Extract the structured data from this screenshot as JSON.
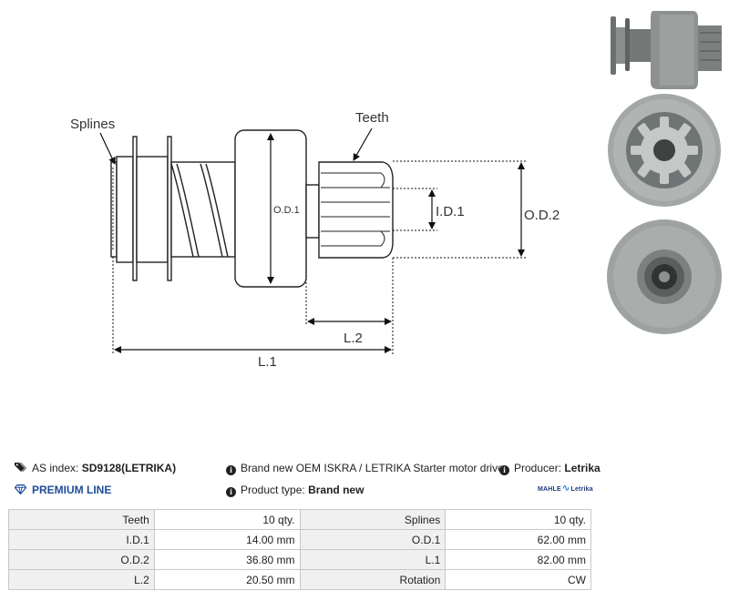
{
  "diagram": {
    "labels": {
      "splines": "Splines",
      "teeth": "Teeth",
      "od1": "O.D.1",
      "id1": "I.D.1",
      "od2": "O.D.2",
      "l2": "L.2",
      "l1": "L.1"
    }
  },
  "photos": [
    "side-view",
    "front-view",
    "back-view"
  ],
  "info": {
    "as_index_label": "AS index:",
    "as_index_value": "SD9128(LETRIKA)",
    "description": "Brand new OEM ISKRA / LETRIKA Starter motor drive",
    "producer_label": "Producer:",
    "producer_value": "Letrika",
    "premium": "PREMIUM LINE",
    "product_type_label": "Product type:",
    "product_type_value": "Brand new",
    "brand_logo_left": "MAHLE",
    "brand_logo_right": "Letrika"
  },
  "specs": [
    {
      "k1": "Teeth",
      "v1": "10 qty.",
      "k2": "Splines",
      "v2": "10 qty."
    },
    {
      "k1": "I.D.1",
      "v1": "14.00 mm",
      "k2": "O.D.1",
      "v2": "62.00 mm"
    },
    {
      "k1": "O.D.2",
      "v1": "36.80 mm",
      "k2": "L.1",
      "v2": "82.00 mm"
    },
    {
      "k1": "L.2",
      "v1": "20.50 mm",
      "k2": "Rotation",
      "v2": "CW"
    }
  ],
  "colors": {
    "premium": "#1e4d9b",
    "table_key_bg": "#f0f0f0",
    "table_border": "#c8c8c8"
  }
}
